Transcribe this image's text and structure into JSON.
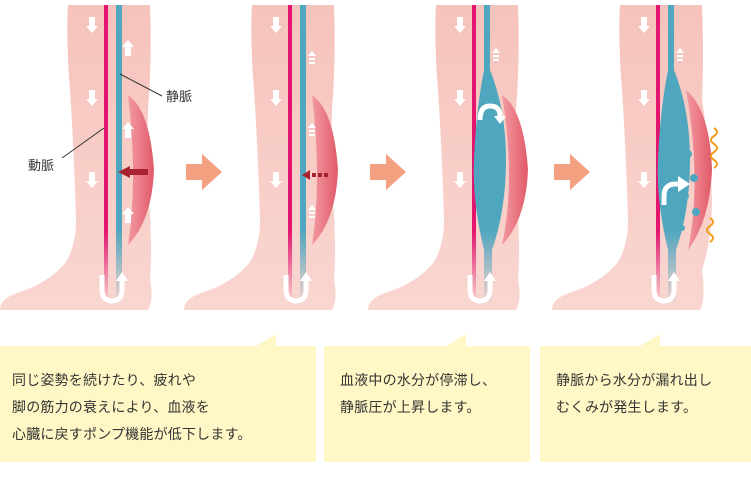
{
  "labels": {
    "vein": "静脈",
    "artery": "動脈"
  },
  "captions": [
    {
      "lines": [
        "同じ姿勢を続けたり、疲れや",
        "脚の筋力の衰えにより、血液を",
        "心臓に戻すポンプ機能が低下します。"
      ]
    },
    {
      "lines": [
        "血液中の水分が停滞し、",
        "静脈圧が上昇します。"
      ]
    },
    {
      "lines": [
        "静脈から水分が漏れ出し",
        "むくみが発生します。"
      ]
    }
  ],
  "colors": {
    "skin": "#f7c9c2",
    "skin_light": "#fbe0db",
    "artery": "#e2156f",
    "vein": "#4fa6bf",
    "muscle": "#e8606c",
    "arrow_step": "#f4a182",
    "caption_bg": "#fff8c6",
    "dark_arrow": "#a8222f",
    "swelling_mark": "#f0a020"
  }
}
